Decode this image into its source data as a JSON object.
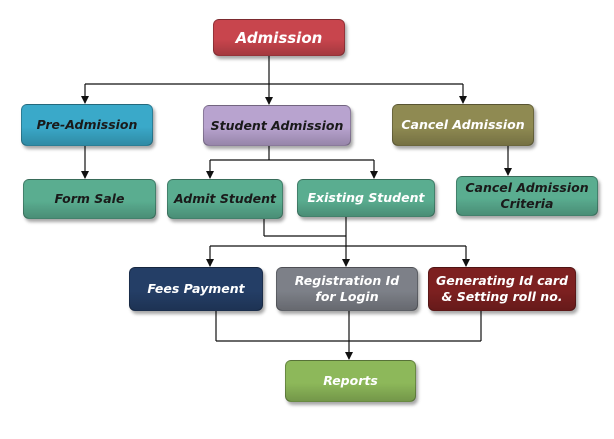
{
  "nodes": {
    "admission": {
      "label": "Admission",
      "color": "#c8454d",
      "text_color": "#ffffff"
    },
    "pre_admission": {
      "label": "Pre-Admission",
      "color": "#3aa9c9",
      "text_color": "#1a1a1a"
    },
    "student_admission": {
      "label": "Student Admission",
      "color": "#b8a3cf",
      "text_color": "#1a1a1a"
    },
    "cancel_admission": {
      "label": "Cancel Admission",
      "color": "#8f8a52",
      "text_color": "#ffffff"
    },
    "form_sale": {
      "label": "Form Sale",
      "color": "#5aad90",
      "text_color": "#1a1a1a"
    },
    "admit_student": {
      "label": "Admit Student",
      "color": "#5aad90",
      "text_color": "#1a1a1a"
    },
    "existing_student": {
      "label": "Existing Student",
      "color": "#5aad90",
      "text_color": "#ffffff"
    },
    "cancel_admission_criteria": {
      "label": "Cancel Admission\nCriteria",
      "color": "#5aad90",
      "text_color": "#1a1a1a"
    },
    "fees_payment": {
      "label": "Fees Payment",
      "color": "#243e66",
      "text_color": "#ffffff"
    },
    "registration_id": {
      "label": "Registration Id\nfor Login",
      "color": "#7d8088",
      "text_color": "#ffffff"
    },
    "generating_id_card": {
      "label": "Generating Id card\n& Setting roll no.",
      "color": "#7d2020",
      "text_color": "#ffffff"
    },
    "reports": {
      "label": "Reports",
      "color": "#8db85a",
      "text_color": "#ffffff"
    }
  }
}
